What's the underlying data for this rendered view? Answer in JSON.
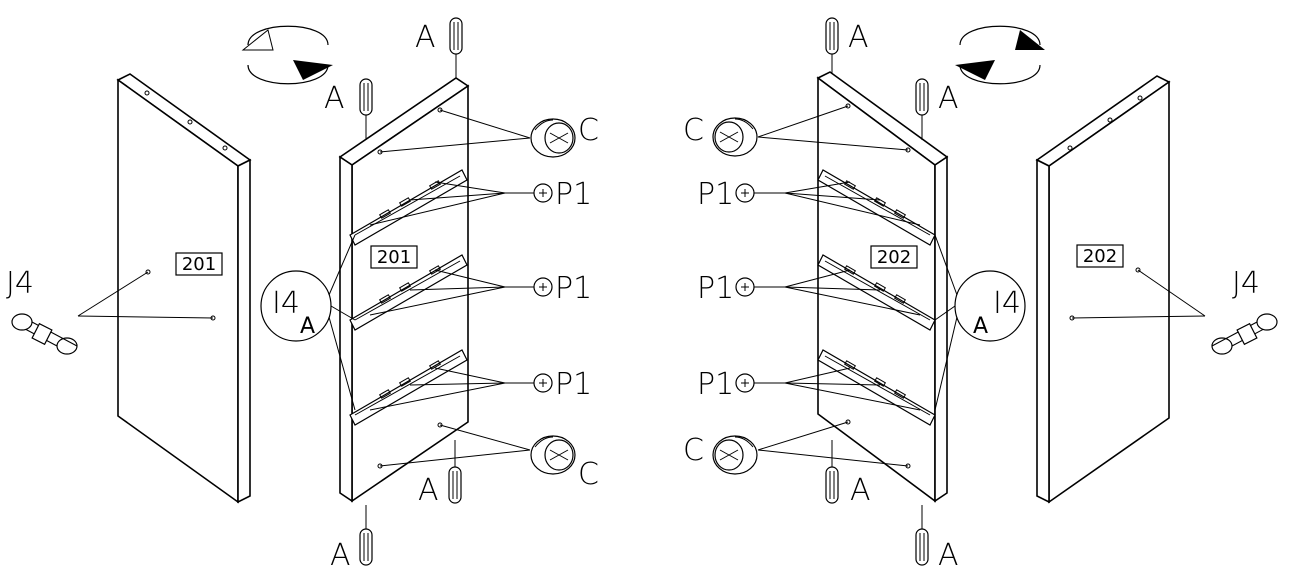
{
  "labels": {
    "left_panel": "201",
    "inner_left": "201",
    "inner_right": "202",
    "right_panel": "202",
    "dowel": "A",
    "cam": "C",
    "screw": "P1",
    "connector": "J4",
    "slide": "I4"
  },
  "colors": {
    "ink": "#000000",
    "paper": "#ffffff"
  },
  "icons": [
    "rotate-arrow-icon"
  ]
}
